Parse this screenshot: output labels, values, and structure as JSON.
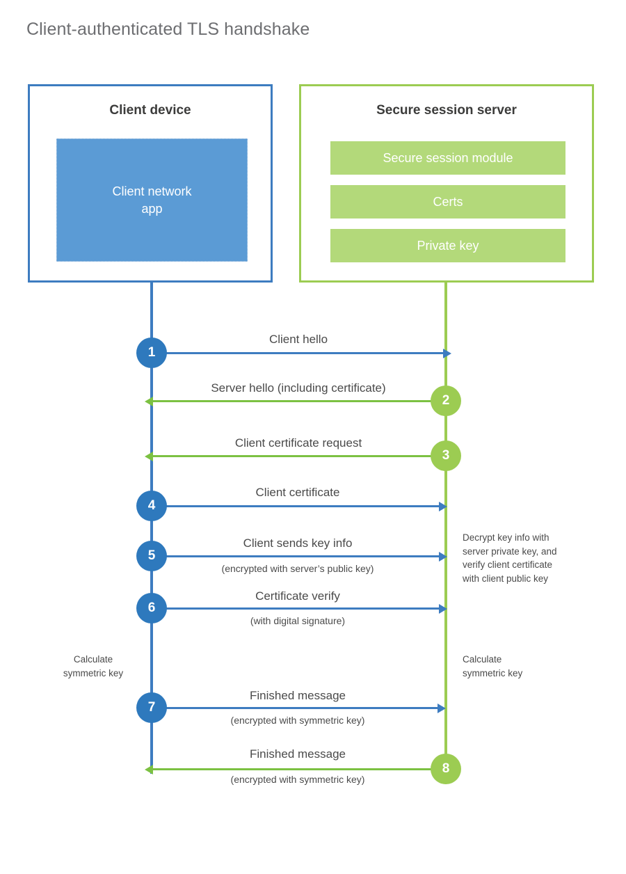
{
  "title": "Client-authenticated TLS handshake",
  "colors": {
    "client_blue": "#3d7cc0",
    "client_app_fill": "#5b9bd5",
    "server_green": "#9ccc52",
    "server_block_fill": "#b3d97a",
    "arrow_green": "#7cc142",
    "circle_blue": "#2e79bd",
    "text": "#4a4a4a",
    "title_text": "#6d6e71"
  },
  "actors": {
    "client": {
      "title": "Client device",
      "app_label": "Client network\napp"
    },
    "server": {
      "title": "Secure session server",
      "modules": [
        "Secure session module",
        "Certs",
        "Private key"
      ]
    }
  },
  "steps": [
    {
      "number": "1",
      "label": "Client hello",
      "sublabel": "",
      "direction": "client-to-server",
      "color": "blue"
    },
    {
      "number": "2",
      "label": "Server hello (including certificate)",
      "sublabel": "",
      "direction": "server-to-client",
      "color": "green"
    },
    {
      "number": "3",
      "label": "Client certificate request",
      "sublabel": "",
      "direction": "server-to-client",
      "color": "green"
    },
    {
      "number": "4",
      "label": "Client certificate",
      "sublabel": "",
      "direction": "client-to-server",
      "color": "blue"
    },
    {
      "number": "5",
      "label": "Client sends key info",
      "sublabel": "(encrypted with server’s public key)",
      "direction": "client-to-server",
      "color": "blue"
    },
    {
      "number": "6",
      "label": "Certificate verify",
      "sublabel": "(with digital signature)",
      "direction": "client-to-server",
      "color": "blue"
    },
    {
      "number": "7",
      "label": "Finished message",
      "sublabel": "(encrypted with symmetric key)",
      "direction": "client-to-server",
      "color": "blue"
    },
    {
      "number": "8",
      "label": "Finished message",
      "sublabel": "(encrypted with symmetric key)",
      "direction": "server-to-client",
      "color": "green"
    }
  ],
  "notes": {
    "server_decrypt": "Decrypt key info with\nserver private key, and\nverify client certificate\nwith client public key",
    "client_calc": "Calculate\nsymmetric key",
    "server_calc": "Calculate\nsymmetric key"
  }
}
